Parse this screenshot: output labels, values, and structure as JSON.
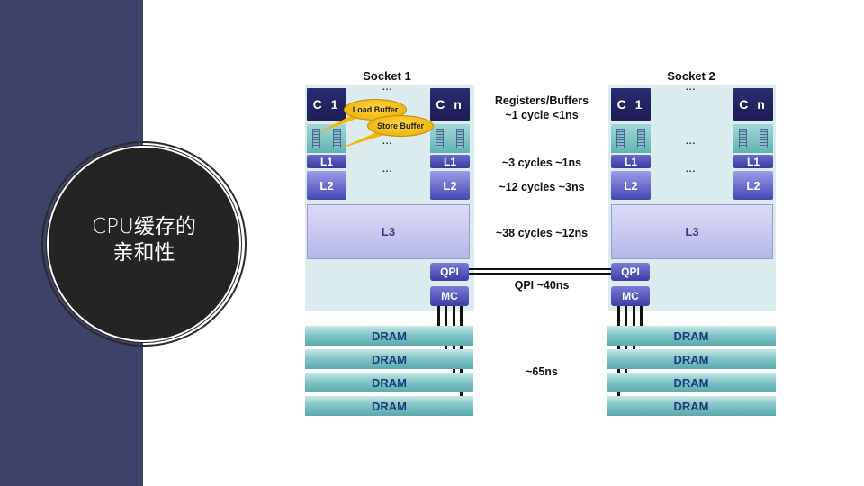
{
  "slide": {
    "title_line1": "CPU缓存的",
    "title_line2": "亲和性",
    "colors": {
      "sidebar": "#3f4268",
      "circle": "#242424",
      "core": "#1c1d55",
      "dram": "#5aa9ac",
      "callout": "#f5c000"
    }
  },
  "diagram": {
    "sockets": [
      {
        "label": "Socket 1",
        "core_first": "C 1",
        "core_last": "C n",
        "l1": "L1",
        "l2": "L2",
        "l3": "L3",
        "qpi": "QPI",
        "mc": "MC",
        "dram": [
          "DRAM",
          "DRAM",
          "DRAM",
          "DRAM"
        ]
      },
      {
        "label": "Socket 2",
        "core_first": "C 1",
        "core_last": "C n",
        "l1": "L1",
        "l2": "L2",
        "l3": "L3",
        "qpi": "QPI",
        "mc": "MC",
        "dram": [
          "DRAM",
          "DRAM",
          "DRAM",
          "DRAM"
        ]
      }
    ],
    "ellipsis": "...",
    "callouts": {
      "load_buffer": "Load Buffer",
      "store_buffer": "Store Buffer"
    },
    "latencies": {
      "registers_title": "Registers/Buffers",
      "registers": "~1 cycle <1ns",
      "l1": "~3 cycles ~1ns",
      "l2": "~12 cycles ~3ns",
      "l3": "~38 cycles ~12ns",
      "qpi": "QPI ~40ns",
      "dram": "~65ns"
    }
  }
}
